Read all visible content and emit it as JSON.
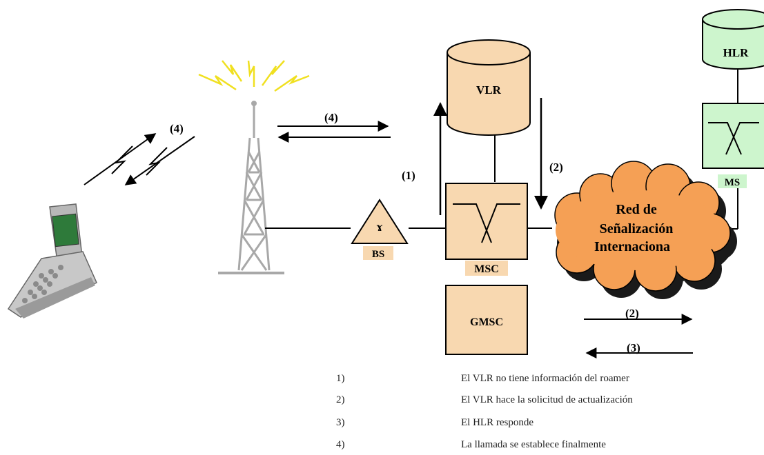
{
  "colors": {
    "db_fill": "#f8d8b0",
    "db_stroke": "#000000",
    "hlr_fill": "#cdf5cd",
    "node_fill": "#f8d8b0",
    "cloud_fill": "#f5a055",
    "cloud_shadow": "#1a1a1a",
    "lightning": "#f0e020",
    "tower": "#c0c0c0",
    "label_bg": "#f8d8b0",
    "ms_label_bg": "#cdf5cd"
  },
  "nodes": {
    "vlr": "VLR",
    "hlr": "HLR",
    "msc": "MSC",
    "ms": "MS",
    "bs": "BS",
    "gmsc": "GMSC",
    "cloud_line1": "Red de",
    "cloud_line2": "Señalización",
    "cloud_line3": "Internaciona"
  },
  "step_labels": {
    "phone_link": "(4)",
    "tower_link": "(4)",
    "vlr_up": "(1)",
    "vlr_down": "(2)",
    "right_forward": "(2)",
    "right_back": "(3)"
  },
  "legend": [
    {
      "num": "1)",
      "text": "El VLR no tiene información del roamer"
    },
    {
      "num": "2)",
      "text": "El VLR hace la solicitud de actualización"
    },
    {
      "num": "3)",
      "text": "El HLR responde"
    },
    {
      "num": "4)",
      "text": "La llamada se establece finalmente"
    }
  ],
  "icons": [
    "mobile-phone-icon",
    "antenna-tower-icon",
    "switch-icon"
  ]
}
